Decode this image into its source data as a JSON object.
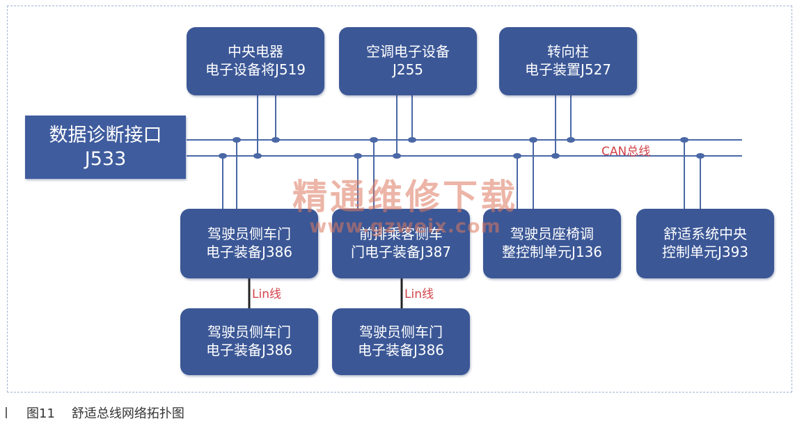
{
  "nodes": {
    "j533": [
      "数据诊断接口",
      "J533"
    ],
    "j519": [
      "中央电器",
      "电子设备将J519"
    ],
    "j255": [
      "空调电子设备",
      "J255"
    ],
    "j527": [
      "转向柱",
      "电子装置J527"
    ],
    "j386_top": [
      "驾驶员侧车门",
      "电子装备J386"
    ],
    "j387": [
      "前排乘客侧车",
      "门电子装备J387"
    ],
    "j136": [
      "驾驶员座椅调",
      "整控制单元J136"
    ],
    "j393": [
      "舒适系统中央",
      "控制单元J393"
    ],
    "j386_lin1": [
      "驾驶员侧车门",
      "电子装备J386"
    ],
    "j386_lin2": [
      "驾驶员侧车门",
      "电子装备J386"
    ]
  },
  "bus": {
    "can_label": "CAN总线",
    "lin_label_1": "Lin线",
    "lin_label_2": "Lin线"
  },
  "watermark": {
    "line1": "精通维修下载",
    "line2": "www.gzweix.com"
  },
  "caption": {
    "number": "图11",
    "title": "舒适总线网络拓扑图"
  },
  "colors": {
    "node_fill": "#3b5796",
    "bus_line": "#4a67a6",
    "bus_label": "#d2434a",
    "lin_line": "#222222"
  }
}
